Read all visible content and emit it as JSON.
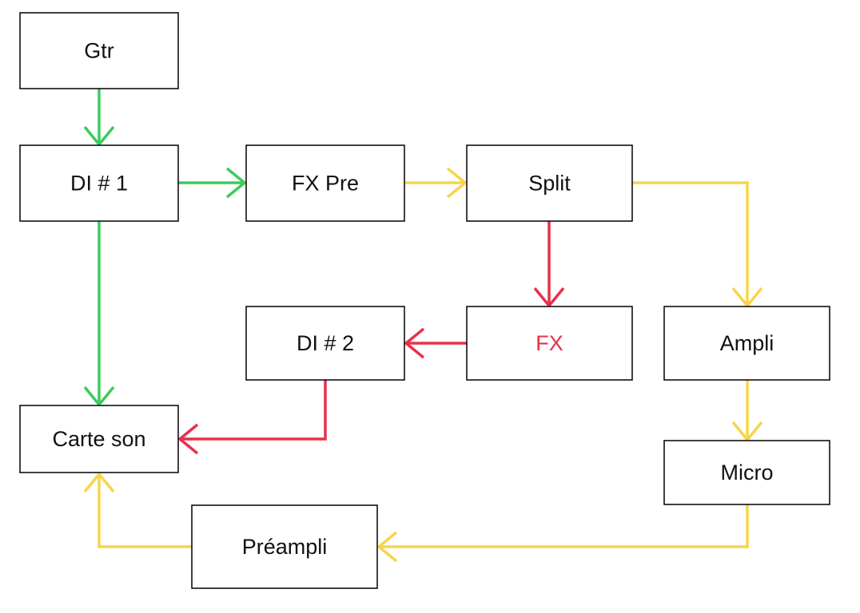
{
  "colors": {
    "green": "#3ccb5c",
    "yellow": "#f7d54a",
    "red": "#e8304b",
    "text": "#111111",
    "text_red": "#e8304b",
    "box_stroke": "#000000"
  },
  "nodes": [
    {
      "id": "gtr",
      "label": "Gtr"
    },
    {
      "id": "di1",
      "label": "DI # 1"
    },
    {
      "id": "fxpre",
      "label": "FX Pre"
    },
    {
      "id": "split",
      "label": "Split"
    },
    {
      "id": "di2",
      "label": "DI # 2"
    },
    {
      "id": "fx",
      "label": "FX",
      "text_color": "red"
    },
    {
      "id": "ampli",
      "label": "Ampli"
    },
    {
      "id": "carte",
      "label": "Carte son"
    },
    {
      "id": "micro",
      "label": "Micro"
    },
    {
      "id": "preampli",
      "label": "Préampli"
    }
  ],
  "edges": [
    {
      "from": "gtr",
      "to": "di1",
      "color": "green"
    },
    {
      "from": "di1",
      "to": "fxpre",
      "color": "green"
    },
    {
      "from": "di1",
      "to": "carte",
      "color": "green"
    },
    {
      "from": "fxpre",
      "to": "split",
      "color": "yellow"
    },
    {
      "from": "split",
      "to": "fx",
      "color": "red"
    },
    {
      "from": "split",
      "to": "ampli",
      "color": "yellow"
    },
    {
      "from": "fx",
      "to": "di2",
      "color": "red"
    },
    {
      "from": "di2",
      "to": "carte",
      "color": "red"
    },
    {
      "from": "ampli",
      "to": "micro",
      "color": "yellow"
    },
    {
      "from": "micro",
      "to": "preampli",
      "color": "yellow"
    },
    {
      "from": "preampli",
      "to": "carte",
      "color": "yellow"
    }
  ]
}
